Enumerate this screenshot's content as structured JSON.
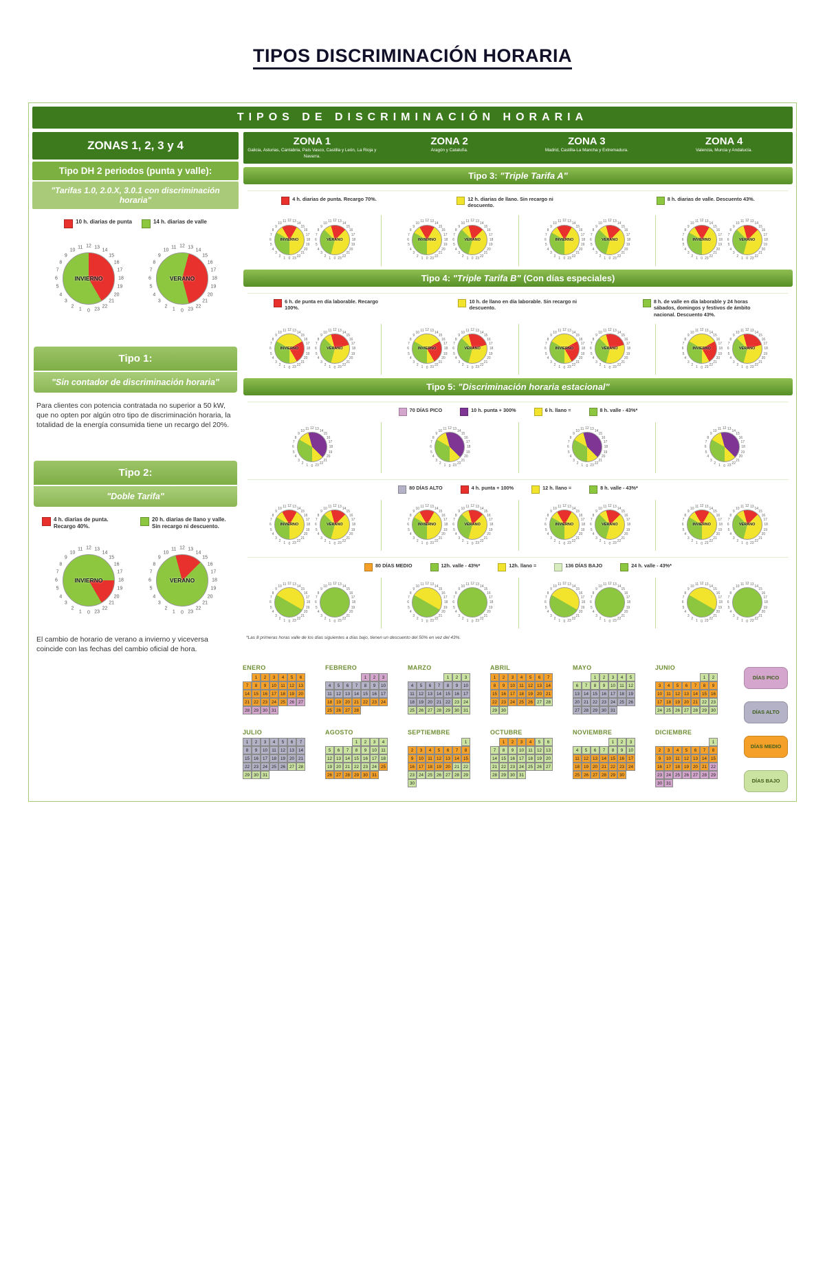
{
  "page_title": "TIPOS DISCRIMINACIÓN HORARIA",
  "banner": "TIPOS DE DISCRIMINACIÓN HORARIA",
  "left": {
    "zones_header": "ZONAS 1, 2, 3 y 4",
    "dh2": {
      "title": "Tipo DH 2 periodos (punta y valle):",
      "subtitle": "\"Tarifas 1.0, 2.0.X, 3.0.1 con discriminación horaria\"",
      "legend": [
        {
          "color": "#e8312d",
          "label": "10 h. diarias de punta"
        },
        {
          "color": "#8dc63f",
          "label": "14 h. diarias de valle"
        }
      ],
      "clocks": [
        {
          "label": "INVIERNO",
          "type": "dh2_inv"
        },
        {
          "label": "VERANO",
          "type": "dh2_ver"
        }
      ]
    },
    "tipo1": {
      "title": "Tipo 1:",
      "subtitle": "\"Sin contador de discriminación horaria\"",
      "text": "Para clientes con potencia contratada no superior a 50 kW, que no opten por algún otro tipo de discriminación horaria, la totalidad de la energía consumida tiene un recargo del 20%."
    },
    "tipo2": {
      "title": "Tipo 2:",
      "subtitle": "\"Doble Tarifa\"",
      "legend": [
        {
          "color": "#e8312d",
          "label": "4 h. diarias de punta. Recargo 40%."
        },
        {
          "color": "#8dc63f",
          "label": "20 h. diarias de llano y valle. Sin recargo ni descuento."
        }
      ],
      "clocks": [
        {
          "label": "INVIERNO",
          "type": "t2_inv"
        },
        {
          "label": "VERANO",
          "type": "t2_ver"
        }
      ],
      "note": "El cambio de horario de verano a invierno y viceversa coincide con las fechas del cambio oficial de hora."
    }
  },
  "zones": [
    {
      "name": "ZONA 1",
      "regions": "Galicia, Asturias, Cantabria, País Vasco, Castilla y León, La Rioja y Navarra."
    },
    {
      "name": "ZONA 2",
      "regions": "Aragón y Cataluña."
    },
    {
      "name": "ZONA 3",
      "regions": "Madrid, Castilla-La Mancha y Extremadura."
    },
    {
      "name": "ZONA 4",
      "regions": "Valencia, Murcia y Andalucía."
    }
  ],
  "tipo3": {
    "bar_title": "Tipo 3:",
    "bar_em": "\"Triple Tarifa A\"",
    "bar_suffix": "",
    "legend": [
      {
        "color": "#e8312d",
        "label": "4 h. diarias de punta. Recargo 70%."
      },
      {
        "color": "#f2e32d",
        "label": "12 h. diarias de llano. Sin recargo ni descuento."
      },
      {
        "color": "#8dc63f",
        "label": "8 h. diarias de valle. Descuento 43%."
      }
    ],
    "pair": [
      {
        "label": "INVIERNO",
        "type": "t3_inv"
      },
      {
        "label": "VERANO",
        "type": "t3_ver"
      }
    ]
  },
  "tipo4": {
    "bar_title": "Tipo 4:",
    "bar_em": "\"Triple Tarifa B\"",
    "bar_suffix": " (Con días especiales)",
    "legend": [
      {
        "color": "#e8312d",
        "label": "6 h. de punta en día laborable. Recargo 100%."
      },
      {
        "color": "#f2e32d",
        "label": "10 h. de llano en día laborable. Sin recargo ni descuento."
      },
      {
        "color": "#8dc63f",
        "label": "8 h. de valle en día laborable y 24 horas sábados, domingos y festivos de ámbito nacional. Descuento 43%."
      }
    ],
    "pair": [
      {
        "label": "INVIERNO",
        "type": "t4_inv"
      },
      {
        "label": "VERANO",
        "type": "t4_ver"
      }
    ]
  },
  "tipo5": {
    "bar_title": "Tipo 5:",
    "bar_em": "\"Discriminación horaria estacional\"",
    "bar_suffix": "",
    "rows": [
      {
        "legend": [
          {
            "color": "#d5a6cd",
            "label": "70 DÍAS PICO"
          },
          {
            "color": "#7e3594",
            "label": "10 h. punta + 300%"
          },
          {
            "color": "#f2e32d",
            "label": "6 h. llano ="
          },
          {
            "color": "#8dc63f",
            "label": "8 h. valle - 43%*"
          }
        ],
        "clocks": [
          {
            "label": "",
            "type": "t5_pico"
          }
        ]
      },
      {
        "legend": [
          {
            "color": "#b3b2c6",
            "label": "80 DÍAS ALTO"
          },
          {
            "color": "#e8312d",
            "label": "4 h. punta + 100%"
          },
          {
            "color": "#f2e32d",
            "label": "12 h. llano ="
          },
          {
            "color": "#8dc63f",
            "label": "8 h. valle - 43%*"
          }
        ],
        "clocks": [
          {
            "label": "INVIERNO",
            "type": "t5_alto_inv"
          },
          {
            "label": "VERANO",
            "type": "t5_alto_ver"
          }
        ]
      },
      {
        "legend": [
          {
            "color": "#f5a028",
            "label": "80 DÍAS MEDIO"
          },
          {
            "color": "#8dc63f",
            "label": "12h. valle - 43%*"
          },
          {
            "color": "#f2e32d",
            "label": "12h. llano ="
          },
          {
            "color": "#d9ecc0",
            "label": "136 DÍAS BAJO"
          },
          {
            "color": "#8dc63f",
            "label": "24 h. valle - 43%*"
          }
        ],
        "clocks": [
          {
            "label": "",
            "type": "t5_medio"
          },
          {
            "label": "",
            "type": "t5_bajo"
          }
        ]
      }
    ]
  },
  "footnote": "*Las 8 primeras horas valle de los días siguientes a días bajo, tienen un descuento del 50% en vez del 43%.",
  "clock_defs": {
    "dh2_inv": {
      "base": "#8dc63f",
      "segments": [
        {
          "color": "#e8312d",
          "from": 12,
          "to": 22
        }
      ]
    },
    "dh2_ver": {
      "base": "#8dc63f",
      "segments": [
        {
          "color": "#e8312d",
          "from": 13,
          "to": 23
        }
      ]
    },
    "t2_inv": {
      "base": "#8dc63f",
      "segments": [
        {
          "color": "#e8312d",
          "from": 18,
          "to": 22
        }
      ]
    },
    "t2_ver": {
      "base": "#8dc63f",
      "segments": [
        {
          "color": "#e8312d",
          "from": 11,
          "to": 15
        }
      ]
    },
    "t3_inv": {
      "base": "#f2e32d",
      "segments": [
        {
          "color": "#8dc63f",
          "from": 0,
          "to": 8
        },
        {
          "color": "#e8312d",
          "from": 10,
          "to": 14
        }
      ]
    },
    "t3_ver": {
      "base": "#f2e32d",
      "segments": [
        {
          "color": "#8dc63f",
          "from": 1,
          "to": 9
        },
        {
          "color": "#e8312d",
          "from": 11,
          "to": 15
        }
      ]
    },
    "t4_inv": {
      "base": "#f2e32d",
      "segments": [
        {
          "color": "#8dc63f",
          "from": 0,
          "to": 8
        },
        {
          "color": "#e8312d",
          "from": 16,
          "to": 22
        }
      ]
    },
    "t4_ver": {
      "base": "#f2e32d",
      "segments": [
        {
          "color": "#8dc63f",
          "from": 1,
          "to": 9
        },
        {
          "color": "#e8312d",
          "from": 11,
          "to": 17
        }
      ]
    },
    "t5_pico": {
      "base": "#f2e32d",
      "segments": [
        {
          "color": "#8dc63f",
          "from": 0,
          "to": 8
        },
        {
          "color": "#7e3594",
          "from": 11,
          "to": 21
        }
      ]
    },
    "t5_alto_inv": {
      "base": "#f2e32d",
      "segments": [
        {
          "color": "#8dc63f",
          "from": 0,
          "to": 8
        },
        {
          "color": "#e8312d",
          "from": 10,
          "to": 14
        }
      ]
    },
    "t5_alto_ver": {
      "base": "#f2e32d",
      "segments": [
        {
          "color": "#8dc63f",
          "from": 1,
          "to": 9
        },
        {
          "color": "#e8312d",
          "from": 11,
          "to": 15
        }
      ]
    },
    "t5_medio": {
      "base": "#8dc63f",
      "segments": [
        {
          "color": "#f2e32d",
          "from": 8,
          "to": 20
        }
      ]
    },
    "t5_bajo": {
      "base": "#8dc63f",
      "segments": []
    }
  },
  "calendar": {
    "cat_colors": {
      "pico": "#d5a6cd",
      "alto": "#b3b2c6",
      "medio": "#f5a028",
      "bajo": "#cbe3a0"
    },
    "months": [
      {
        "name": "ENERO",
        "days": 31,
        "start": 1,
        "ranges": [
          {
            "f": 1,
            "t": 25,
            "c": "medio"
          },
          {
            "f": 26,
            "t": 31,
            "c": "pico"
          }
        ]
      },
      {
        "name": "FEBRERO",
        "days": 28,
        "start": 4,
        "ranges": [
          {
            "f": 1,
            "t": 3,
            "c": "pico"
          },
          {
            "f": 4,
            "t": 17,
            "c": "alto"
          },
          {
            "f": 18,
            "t": 28,
            "c": "medio"
          }
        ]
      },
      {
        "name": "MARZO",
        "days": 31,
        "start": 4,
        "ranges": [
          {
            "f": 1,
            "t": 3,
            "c": "bajo"
          },
          {
            "f": 4,
            "t": 22,
            "c": "alto"
          },
          {
            "f": 23,
            "t": 31,
            "c": "bajo"
          }
        ]
      },
      {
        "name": "ABRIL",
        "days": 30,
        "start": 0,
        "ranges": [
          {
            "f": 1,
            "t": 26,
            "c": "medio"
          },
          {
            "f": 27,
            "t": 30,
            "c": "bajo"
          }
        ]
      },
      {
        "name": "MAYO",
        "days": 31,
        "start": 2,
        "ranges": [
          {
            "f": 1,
            "t": 12,
            "c": "bajo"
          },
          {
            "f": 13,
            "t": 31,
            "c": "alto"
          }
        ]
      },
      {
        "name": "JUNIO",
        "days": 30,
        "start": 5,
        "ranges": [
          {
            "f": 1,
            "t": 2,
            "c": "bajo"
          },
          {
            "f": 3,
            "t": 21,
            "c": "medio"
          },
          {
            "f": 22,
            "t": 30,
            "c": "bajo"
          }
        ]
      },
      {
        "name": "JULIO",
        "days": 31,
        "start": 0,
        "ranges": [
          {
            "f": 1,
            "t": 26,
            "c": "alto"
          },
          {
            "f": 27,
            "t": 31,
            "c": "bajo"
          }
        ]
      },
      {
        "name": "AGOSTO",
        "days": 31,
        "start": 3,
        "ranges": [
          {
            "f": 1,
            "t": 24,
            "c": "bajo"
          },
          {
            "f": 25,
            "t": 31,
            "c": "medio"
          }
        ]
      },
      {
        "name": "SEPTIEMBRE",
        "days": 30,
        "start": 6,
        "ranges": [
          {
            "f": 1,
            "t": 1,
            "c": "bajo"
          },
          {
            "f": 2,
            "t": 20,
            "c": "medio"
          },
          {
            "f": 21,
            "t": 30,
            "c": "bajo"
          }
        ]
      },
      {
        "name": "OCTUBRE",
        "days": 31,
        "start": 1,
        "ranges": [
          {
            "f": 1,
            "t": 4,
            "c": "medio"
          },
          {
            "f": 5,
            "t": 31,
            "c": "bajo"
          }
        ]
      },
      {
        "name": "NOVIEMBRE",
        "days": 30,
        "start": 4,
        "ranges": [
          {
            "f": 1,
            "t": 10,
            "c": "bajo"
          },
          {
            "f": 11,
            "t": 30,
            "c": "medio"
          }
        ]
      },
      {
        "name": "DICIEMBRE",
        "days": 31,
        "start": 6,
        "ranges": [
          {
            "f": 1,
            "t": 1,
            "c": "bajo"
          },
          {
            "f": 2,
            "t": 21,
            "c": "medio"
          },
          {
            "f": 22,
            "t": 31,
            "c": "pico"
          }
        ]
      }
    ],
    "legend": [
      {
        "label": "DÍAS PICO",
        "cat": "pico"
      },
      {
        "label": "DÍAS ALTO",
        "cat": "alto"
      },
      {
        "label": "DÍAS MEDIO",
        "cat": "medio"
      },
      {
        "label": "DÍAS BAJO",
        "cat": "bajo"
      }
    ]
  }
}
